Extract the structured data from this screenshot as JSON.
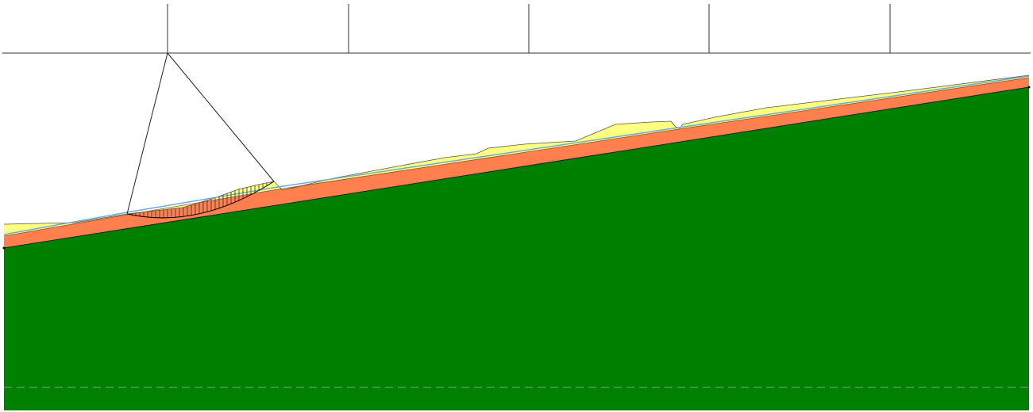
{
  "colors": {
    "background": "#ffffff",
    "bedrock": "#008000",
    "weathered_layer": "#ff7f4f",
    "surface_soil": "#ffff80",
    "water_table": "#6fa8dc",
    "grid_lines": "#333333",
    "slip_surface": "#000000",
    "reference_line": "#999999"
  },
  "layers": [
    {
      "name": "surface-soil"
    },
    {
      "name": "weathered-layer"
    },
    {
      "name": "bedrock"
    }
  ],
  "features": {
    "slip_surface": "circular",
    "radius_lines": 2,
    "grid_columns": 6,
    "water_table": "piezometric",
    "reference_line": "dashed"
  }
}
